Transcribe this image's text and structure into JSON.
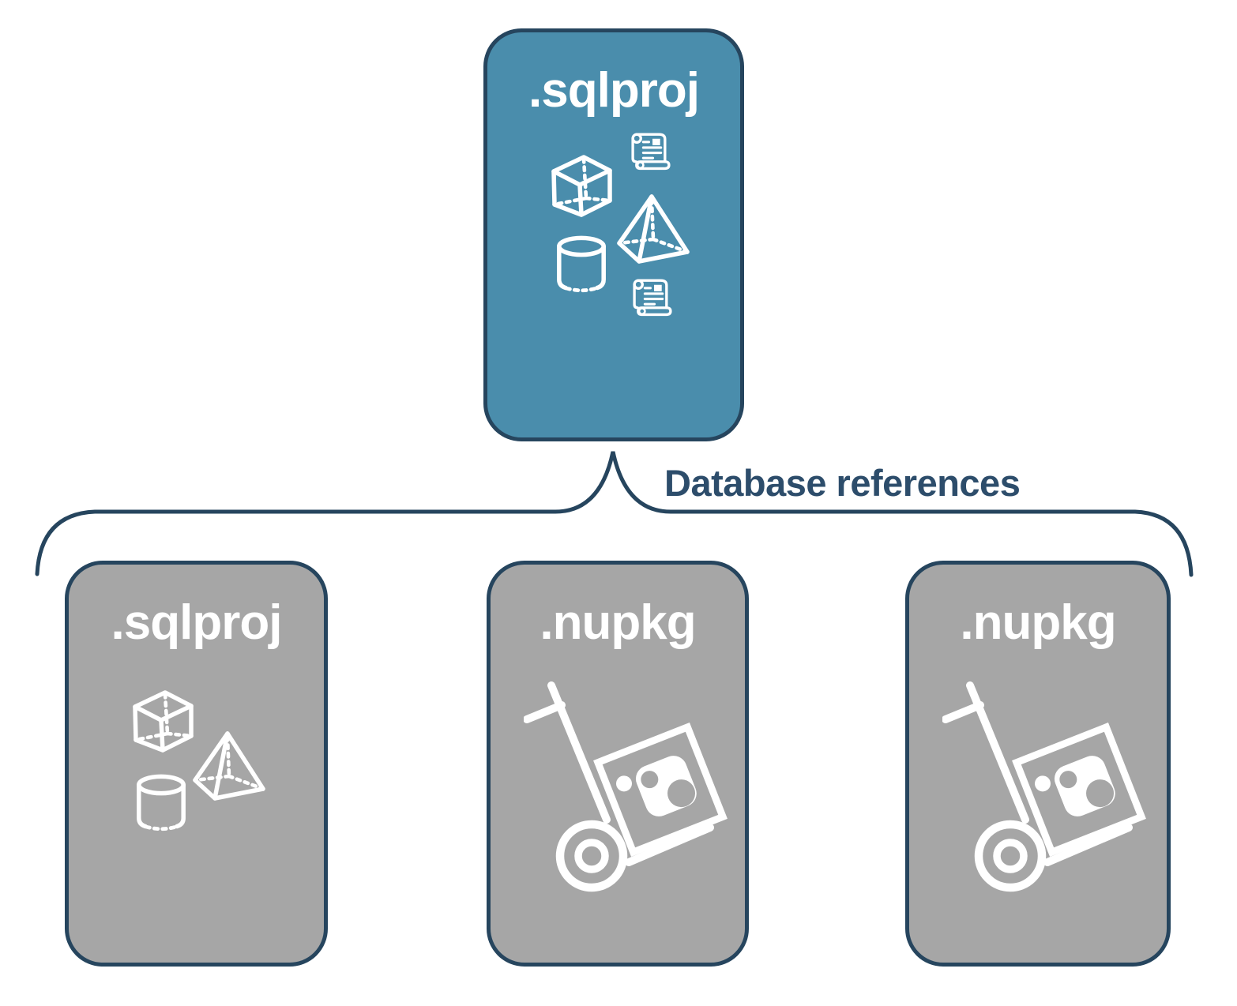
{
  "diagram": {
    "root_card": {
      "label": ".sqlproj",
      "icons": [
        "script-icon",
        "cube-icon",
        "pyramid-icon",
        "cylinder-icon",
        "script-icon"
      ]
    },
    "connector": {
      "label": "Database references"
    },
    "child_cards": [
      {
        "label": ".sqlproj",
        "icons": [
          "cube-icon",
          "pyramid-icon",
          "cylinder-icon"
        ]
      },
      {
        "label": ".nupkg",
        "icons": [
          "nuget-dolly-icon"
        ]
      },
      {
        "label": ".nupkg",
        "icons": [
          "nuget-dolly-icon"
        ]
      }
    ],
    "colors": {
      "primary_fill": "#4a8dac",
      "secondary_fill": "#a6a6a6",
      "outline": "#26455e",
      "label_text": "#2d4d6b",
      "icon": "#ffffff"
    }
  }
}
